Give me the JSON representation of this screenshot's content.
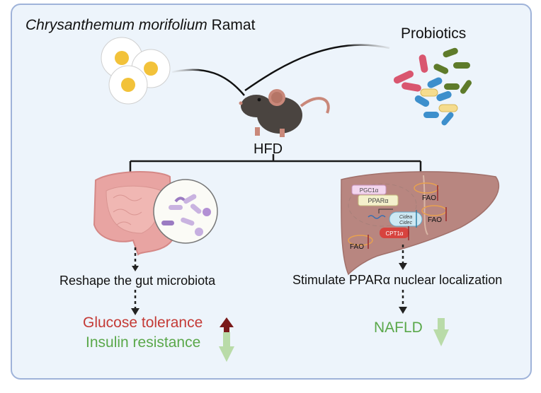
{
  "figure": {
    "title_italic": "Chrysanthemum morifolium",
    "title_rest": " Ramat",
    "probiotics_label": "Probiotics",
    "treatment_label": "HFD",
    "left_branch": {
      "mechanism": "Reshape the gut microbiota",
      "outcomes": [
        {
          "label": "Glucose tolerance",
          "direction": "up",
          "color": "#c43a36",
          "arrow_color": "#7a1a1a"
        },
        {
          "label": "Insulin resistance",
          "direction": "down",
          "color": "#5aa84a",
          "arrow_color": "#b9dba8"
        }
      ]
    },
    "right_branch": {
      "mechanism": "Stimulate PPARα nuclear localization",
      "outcomes": [
        {
          "label": "NAFLD",
          "direction": "down",
          "color": "#5aa84a",
          "arrow_color": "#b9dba8"
        }
      ],
      "liver_labels": {
        "pgc1a": "PGC1α",
        "ppara": "PPARα",
        "cidea": "Cidea",
        "cidec": "Cidec",
        "cpt1a": "CPT1α",
        "fao": "FAO"
      }
    }
  }
}
